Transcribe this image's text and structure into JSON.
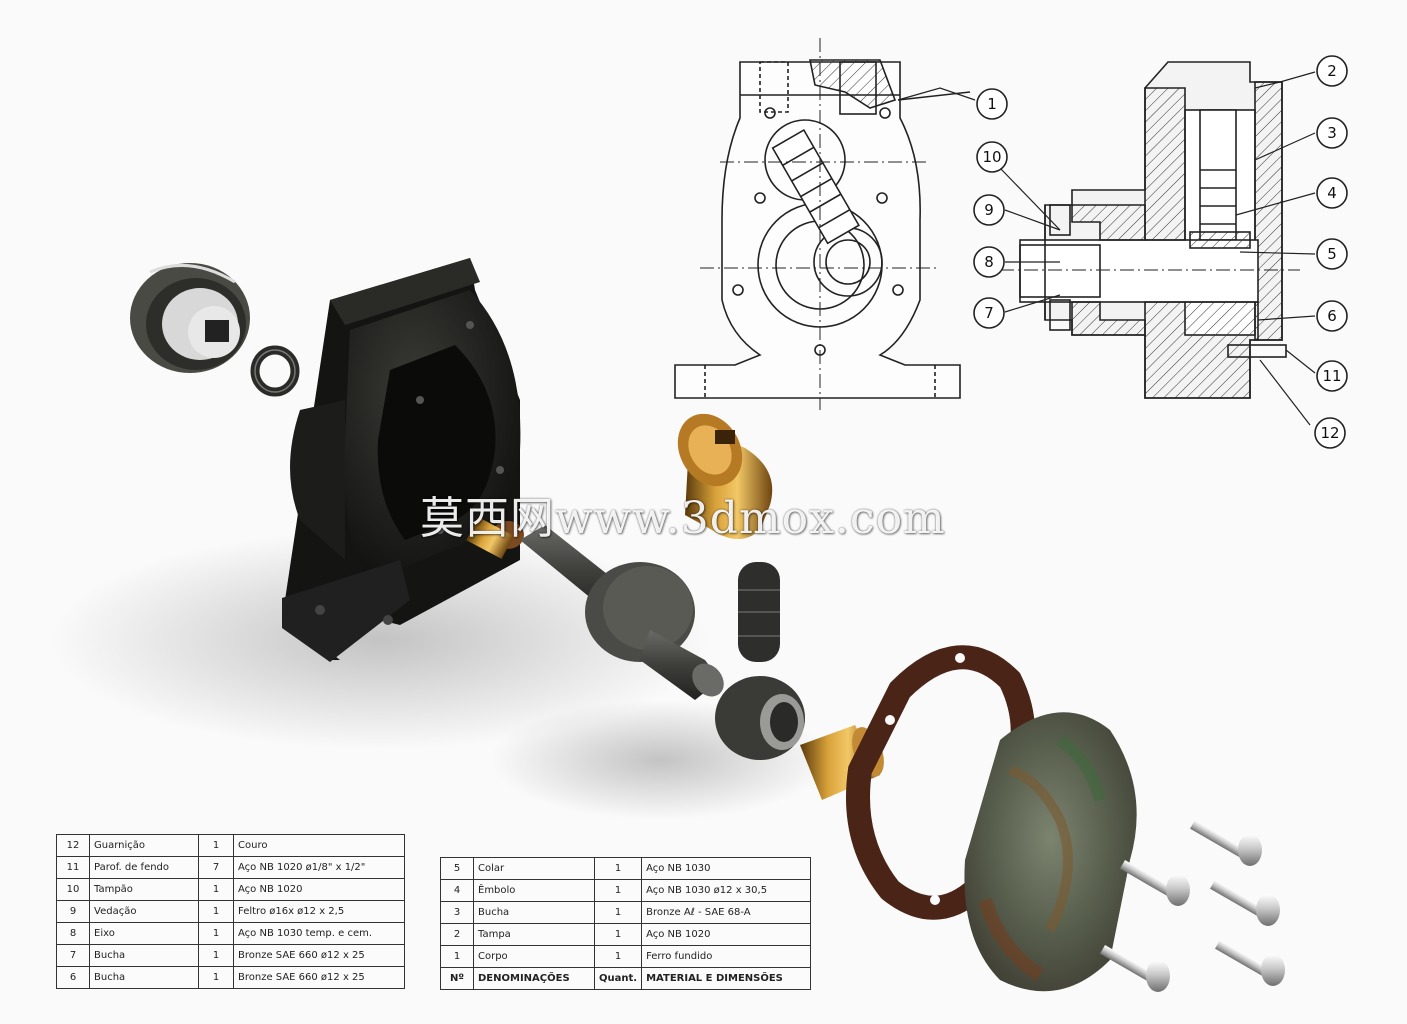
{
  "watermark": "莫西网www.3dmox.com",
  "callouts": [
    "1",
    "2",
    "3",
    "4",
    "5",
    "6",
    "7",
    "8",
    "9",
    "10",
    "11",
    "12"
  ],
  "bom_left": [
    {
      "no": "12",
      "name": "Guarnição",
      "qty": "1",
      "material": "Couro"
    },
    {
      "no": "11",
      "name": "Parof. de fendo",
      "qty": "7",
      "material": "Aço NB 1020  ø1/8\" x 1/2\""
    },
    {
      "no": "10",
      "name": "Tampão",
      "qty": "1",
      "material": "Aço NB 1020"
    },
    {
      "no": "9",
      "name": "Vedação",
      "qty": "1",
      "material": "Feltro ø16x ø12 x 2,5"
    },
    {
      "no": "8",
      "name": "Eixo",
      "qty": "1",
      "material": "Aço NB 1030  temp. e cem."
    },
    {
      "no": "7",
      "name": "Bucha",
      "qty": "1",
      "material": "Bronze SAE 660  ø12 x 25"
    },
    {
      "no": "6",
      "name": "Bucha",
      "qty": "1",
      "material": "Bronze SAE 660  ø12 x 25"
    }
  ],
  "bom_right": [
    {
      "no": "5",
      "name": "Colar",
      "qty": "1",
      "material": "Aço NB 1030"
    },
    {
      "no": "4",
      "name": "Êmbolo",
      "qty": "1",
      "material": "Aço NB 1030  ø12 x 30,5"
    },
    {
      "no": "3",
      "name": "Bucha",
      "qty": "1",
      "material": "Bronze Aℓ - SAE 68-A"
    },
    {
      "no": "2",
      "name": "Tampa",
      "qty": "1",
      "material": "Aço NB 1020"
    },
    {
      "no": "1",
      "name": "Corpo",
      "qty": "1",
      "material": "Ferro fundido"
    }
  ],
  "bom_header": {
    "no": "Nº",
    "name": "DENOMINAÇÕES",
    "qty": "Quant.",
    "material": "MATERIAL E DIMENSÕES"
  }
}
